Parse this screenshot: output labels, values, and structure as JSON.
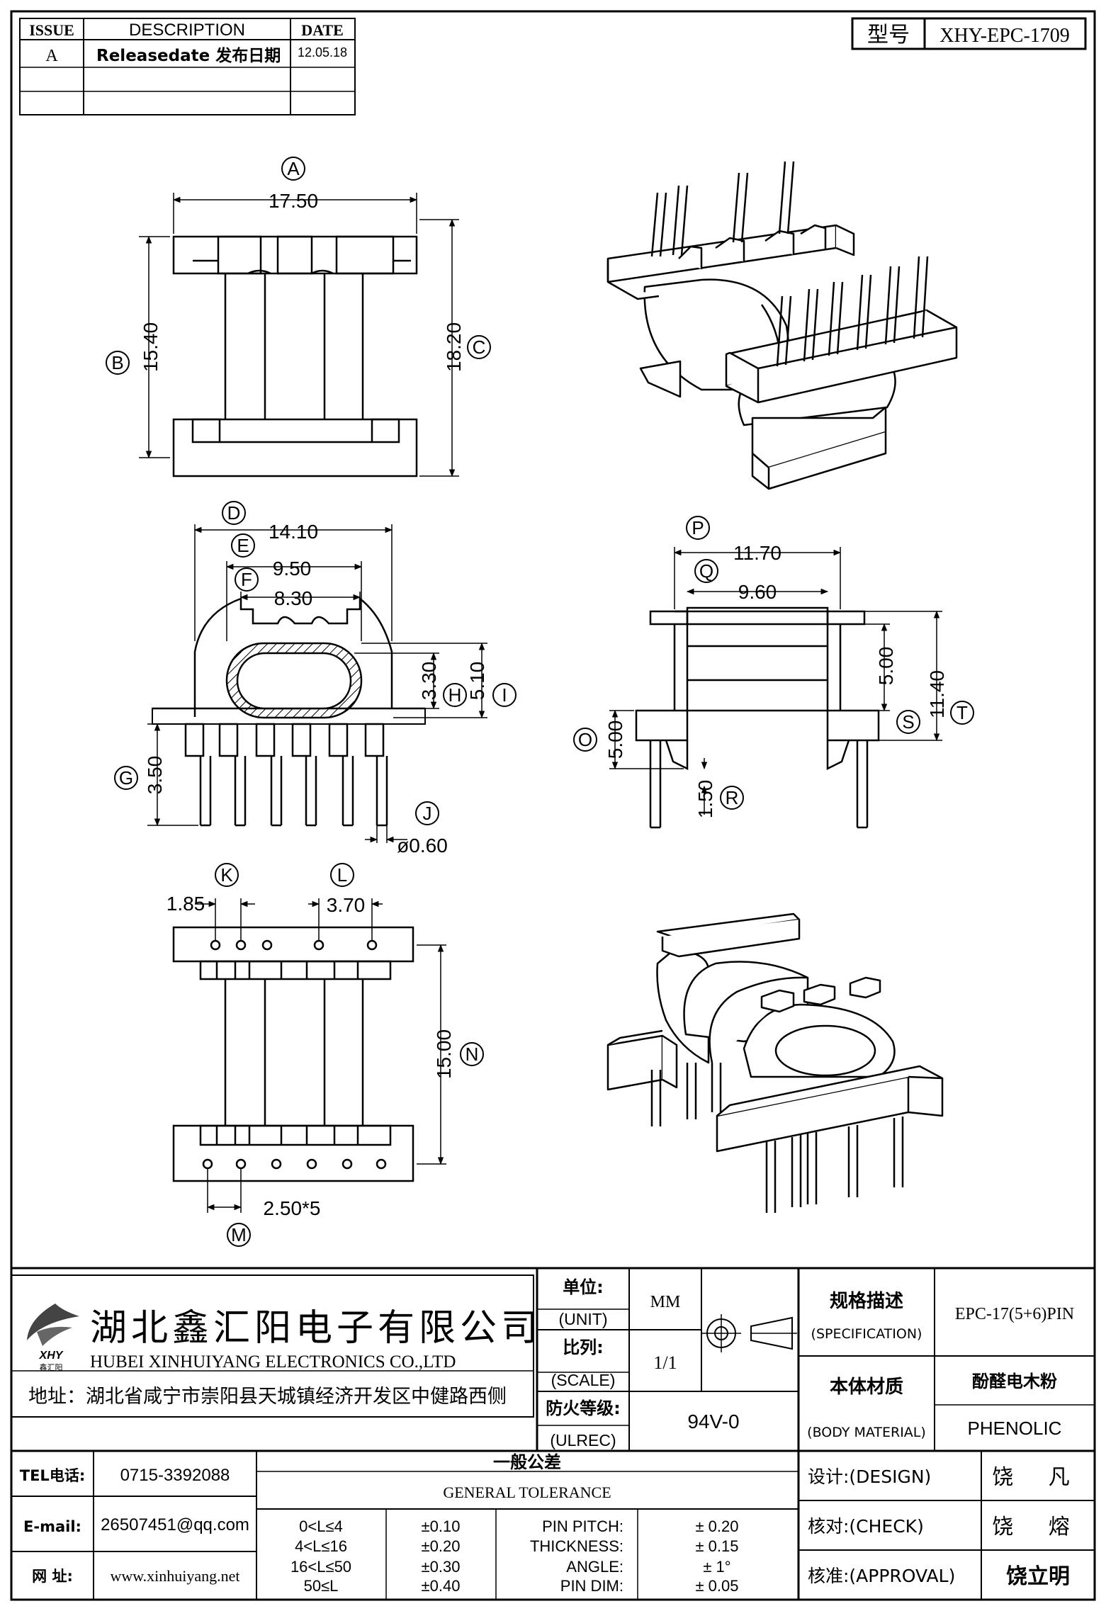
{
  "revision_table": {
    "headers": {
      "issue": "ISSUE",
      "description": "DESCRIPTION",
      "date": "DATE"
    },
    "rows": [
      {
        "issue": "A",
        "description": "Releasedate 发布日期",
        "date": "12.05.18"
      }
    ]
  },
  "model": {
    "label": "型号",
    "value": "XHY-EPC-1709"
  },
  "dimensions": {
    "A": "17.50",
    "B": "15.40",
    "C": "18.20",
    "D": "14.10",
    "E": "9.50",
    "F": "8.30",
    "G": "3.50",
    "H": "3.30",
    "I": "5.10",
    "J": "ø0.60",
    "K": "1.85",
    "L": "3.70",
    "M": "2.50*5",
    "N": "15.00",
    "O": "5.00",
    "P": "11.70",
    "Q": "9.60",
    "R": "1.50",
    "S": "5.00",
    "T": "11.40"
  },
  "markers": [
    "A",
    "B",
    "C",
    "D",
    "E",
    "F",
    "G",
    "H",
    "I",
    "J",
    "K",
    "L",
    "M",
    "N",
    "O",
    "P",
    "Q",
    "R",
    "S",
    "T"
  ],
  "company": {
    "name_cn": "湖北鑫汇阳电子有限公司",
    "name_en": "HUBEI XINHUIYANG ELECTRONICS CO.,LTD",
    "address": "地址：湖北省咸宁市崇阳县天城镇经济开发区中健路西侧",
    "logo_text": "XHY",
    "logo_sub": "鑫汇阳"
  },
  "title_block": {
    "unit_cn": "单位:",
    "unit_en": "(UNIT)",
    "unit_value": "MM",
    "scale_cn": "比列:",
    "scale_en": "(SCALE)",
    "scale_value": "1/1",
    "ulrec_cn": "防火等级:",
    "ulrec_en": "(ULREC)",
    "ulrec_value": "94V-0",
    "spec_cn": "规格描述",
    "spec_en": "(SPECIFICATION)",
    "spec_value": "EPC-17(5+6)PIN",
    "material_cn": "本体材质",
    "material_en": "(BODY MATERIAL)",
    "material_value_cn": "酚醛电木粉",
    "material_value_en": "PHENOLIC"
  },
  "contacts": {
    "tel_label": "TEL电话:",
    "tel": "0715-3392088",
    "email_label": "E-mail:",
    "email": "26507451@qq.com",
    "web_label": "网  址:",
    "web": "www.xinhuiyang.net"
  },
  "tolerance": {
    "title_cn": "一般公差",
    "title_en": "GENERAL TOLERANCE",
    "ranges": [
      {
        "range": "0<L≤4",
        "tol": "±0.10"
      },
      {
        "range": "4<L≤16",
        "tol": "±0.20"
      },
      {
        "range": "16<L≤50",
        "tol": "±0.30"
      },
      {
        "range": "50≤L",
        "tol": "±0.40"
      }
    ],
    "other": [
      {
        "label": "PIN PITCH:",
        "tol": "± 0.20"
      },
      {
        "label": "THICKNESS:",
        "tol": "± 0.15"
      },
      {
        "label": "ANGLE:",
        "tol": "± 1°"
      },
      {
        "label": "PIN DIM:",
        "tol": "± 0.05"
      }
    ]
  },
  "signoff": {
    "design_label": "设计:(DESIGN)",
    "design_name": "饶 凡",
    "check_label": "核对:(CHECK)",
    "check_name": "饶 熔",
    "approval_label": "核准:(APPROVAL)",
    "approval_name": "饶立明"
  }
}
